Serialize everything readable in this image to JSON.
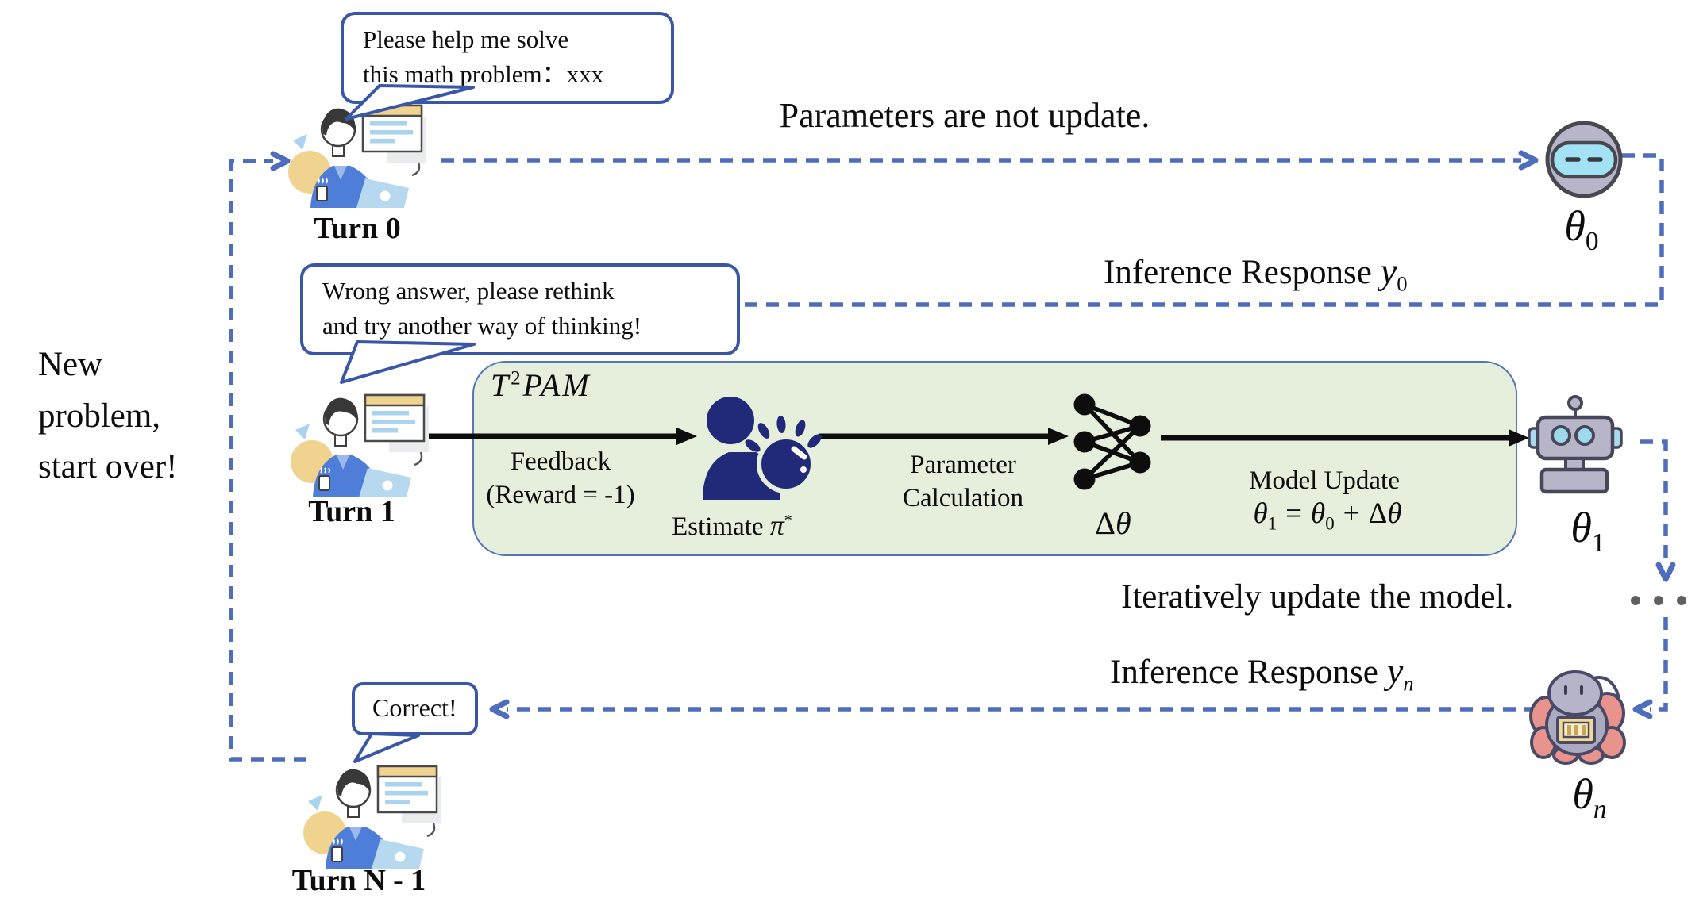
{
  "colors": {
    "line_blue": "#4e6dbc",
    "bubble_border": "#3a57a7",
    "green_fill": "#e6efdc",
    "green_border": "#5377b8",
    "navy_icon": "#202a78",
    "robot_gray": "#b7b5c7",
    "robot_cyan": "#a3e1f5",
    "robot_pink": "#e8948c"
  },
  "bubbles": {
    "request": {
      "line1": "Please help me solve",
      "line2": "this math problem：xxx"
    },
    "feedback": {
      "line1": "Wrong answer, please rethink",
      "line2": "and try another way of thinking!"
    },
    "correct": {
      "text": "Correct!"
    }
  },
  "turns": {
    "turn0": "Turn 0",
    "turn1": "Turn 1",
    "turnN": "Turn N - 1"
  },
  "side_note": {
    "line1": "New",
    "line2": "problem,",
    "line3": "start over!"
  },
  "annotations": {
    "params": "Parameters are not update.",
    "inference0_text": "Inference Response",
    "inference0_var": "y",
    "inference0_sub": "0",
    "inferenceN_text": "Inference Response",
    "inferenceN_var": "y",
    "inferenceN_sub": "n",
    "iterate": "Iteratively update the model."
  },
  "t2pam": {
    "title_base": "T",
    "title_sup": "2",
    "title_rest": "PAM",
    "feedback1": "Feedback",
    "feedback2": "(Reward = -1)",
    "estimate_text": "Estimate ",
    "estimate_var": "π",
    "estimate_sup": "*",
    "param1": "Parameter",
    "param2": "Calculation",
    "delta": "Δ",
    "delta_var": "θ",
    "model_update": "Model Update",
    "eq": {
      "t1": "θ",
      "s1": "1",
      "equals": "=",
      "t2": "θ",
      "s2": "0",
      "plus": "+",
      "d": "Δ",
      "t3": "θ"
    }
  },
  "models": {
    "theta0": {
      "base": "θ",
      "sub": "0"
    },
    "theta1": {
      "base": "θ",
      "sub": "1"
    },
    "thetaN": {
      "base": "θ",
      "sub": "n"
    }
  }
}
